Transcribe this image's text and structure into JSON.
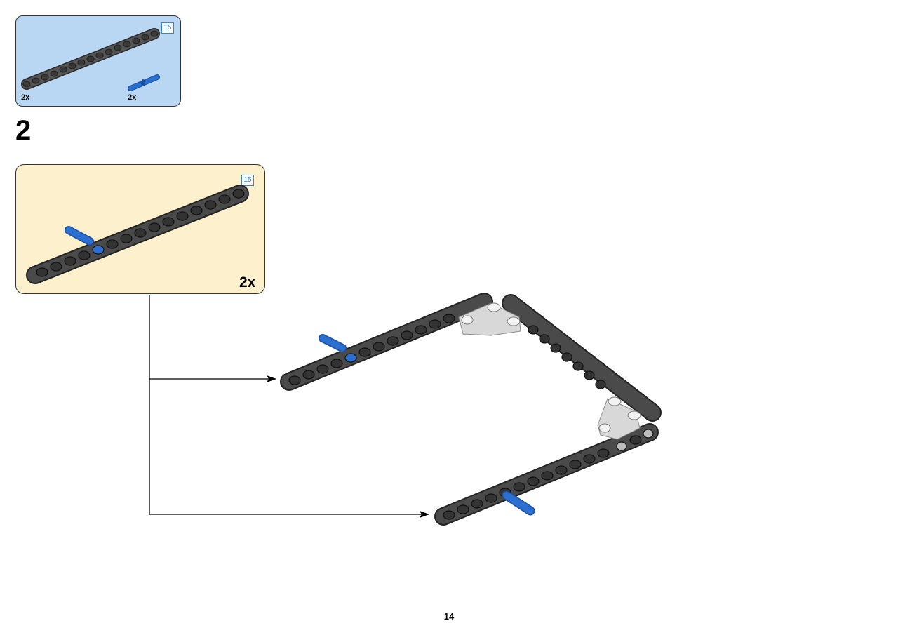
{
  "parts_list": {
    "beam_size": "15",
    "beam_qty": "2x",
    "pin_qty": "2x",
    "colors": {
      "panel": "#b9d7f2",
      "beam": "#4a4a4a",
      "pin": "#2a6fd1"
    }
  },
  "step": {
    "number": "2"
  },
  "subassembly": {
    "beam_size": "15",
    "qty": "2x",
    "colors": {
      "panel": "#fdf0cc"
    }
  },
  "page": {
    "number": "14"
  },
  "colors": {
    "beam_dark": "#4a4a4a",
    "beam_hole": "#2c2c2c",
    "connector_light": "#d8d8d8",
    "pin_blue": "#2a6fd1",
    "arrow": "#000000"
  }
}
